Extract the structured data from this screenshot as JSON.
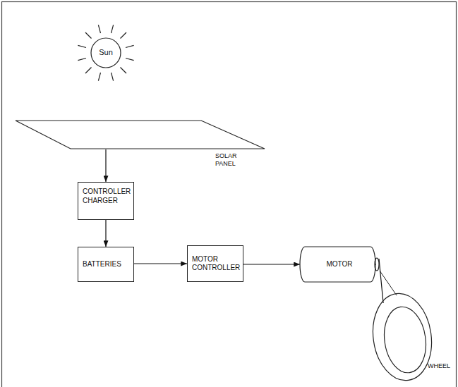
{
  "diagram": {
    "nodes": [
      {
        "text": [
          "Sun"
        ]
      },
      {
        "text": [
          "SOLAR PANEL"
        ]
      },
      {
        "text": [
          "CONTROLLER CHARGER"
        ]
      },
      {
        "text": [
          "BATTERIES"
        ]
      },
      {
        "text": [
          "MOTOR CONTROLLER"
        ]
      },
      {
        "text": [
          "MOTOR"
        ]
      },
      {
        "text": [
          "WHEEL"
        ]
      }
    ],
    "edges": [
      {
        "from": 1,
        "to": 2,
        "arrow": "to"
      },
      {
        "from": 2,
        "to": 3,
        "arrow": "to"
      },
      {
        "from": 3,
        "to": 4,
        "arrow": "to"
      },
      {
        "from": 4,
        "to": 5,
        "arrow": "to"
      },
      {
        "from": 5,
        "to": 6,
        "arrow": "none"
      }
    ]
  }
}
